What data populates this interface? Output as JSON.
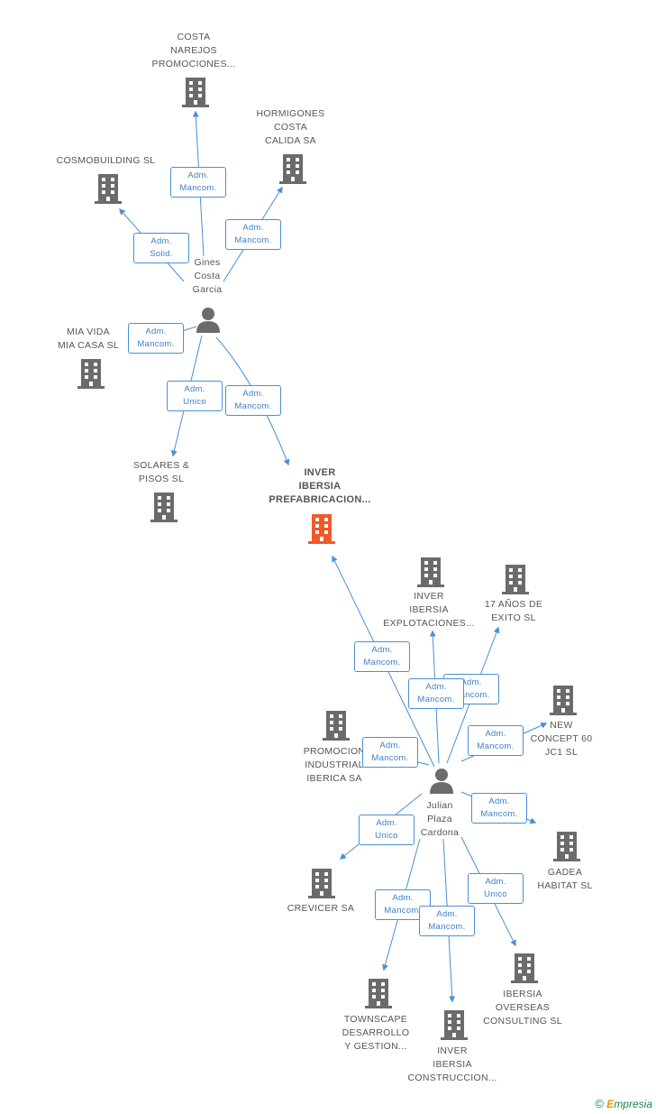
{
  "nodes": {
    "costa_narejos": "COSTA\nNAREJOS\nPROMOCIONES...",
    "hormigones": "HORMIGONES\nCOSTA\nCALIDA SA",
    "cosmobuilding": "COSMOBUILDING SL",
    "gines": "Gines\nCosta\nGarcia",
    "mia_vida": "MIA VIDA\nMIA CASA SL",
    "solares": "SOLARES &\nPISOS SL",
    "inver_prefab": "INVER\nIBERSIA\nPREFABRICACION...",
    "inver_explot": "INVER\nIBERSIA\nEXPLOTACIONES...",
    "diecisiete": "17 AÑOS DE\nEXITO SL",
    "new_concept": "NEW\nCONCEPT 60\nJC1 SL",
    "promocion_ind": "PROMOCION\nINDUSTRIAL\nIBERICA SA",
    "julian": "Julian\nPlaza\nCardona",
    "gadea": "GADEA\nHABITAT  SL",
    "crevicer": "CREVICER SA",
    "ibersia_overseas": "IBERSIA\nOVERSEAS\nCONSULTING SL",
    "townscape": "TOWNSCAPE\nDESARROLLO\nY GESTION...",
    "inver_construccion": "INVER\nIBERSIA\nCONSTRUCCION..."
  },
  "relations": {
    "g_costa": "Adm.\nMancom.",
    "g_horm": "Adm.\nMancom.",
    "g_cosmo": "Adm.\nSolid.",
    "g_mia": "Adm.\nMancom.",
    "g_solares": "Adm.\nUnico",
    "g_prefab": "Adm.\nMancom.",
    "j_prefab": "Adm.\nMancom.",
    "j_explot": "Adm.\nMancom.",
    "j_diecisiete": "Adm.\nMancom.",
    "j_newconcept": "Adm.\nMancom.",
    "j_promocion": "Adm.\nMancom.",
    "j_gadea": "Adm.\nMancom.",
    "j_crevicer": "Adm.\nUnico",
    "j_overseas": "Adm.\nUnico",
    "j_townscape": "Adm.\nMancom.",
    "j_construccion": "Adm.\nMancom."
  },
  "colors": {
    "edge": "#4a8fd6",
    "building": "#6b6b6b",
    "building_focus": "#f05a28",
    "person": "#6b6b6b"
  },
  "icons": {
    "company": "building-icon",
    "focus_company": "building-icon-highlighted",
    "person": "person-icon"
  },
  "footer": {
    "copyright": "©",
    "brand_first": "E",
    "brand_rest": "mpresia"
  }
}
